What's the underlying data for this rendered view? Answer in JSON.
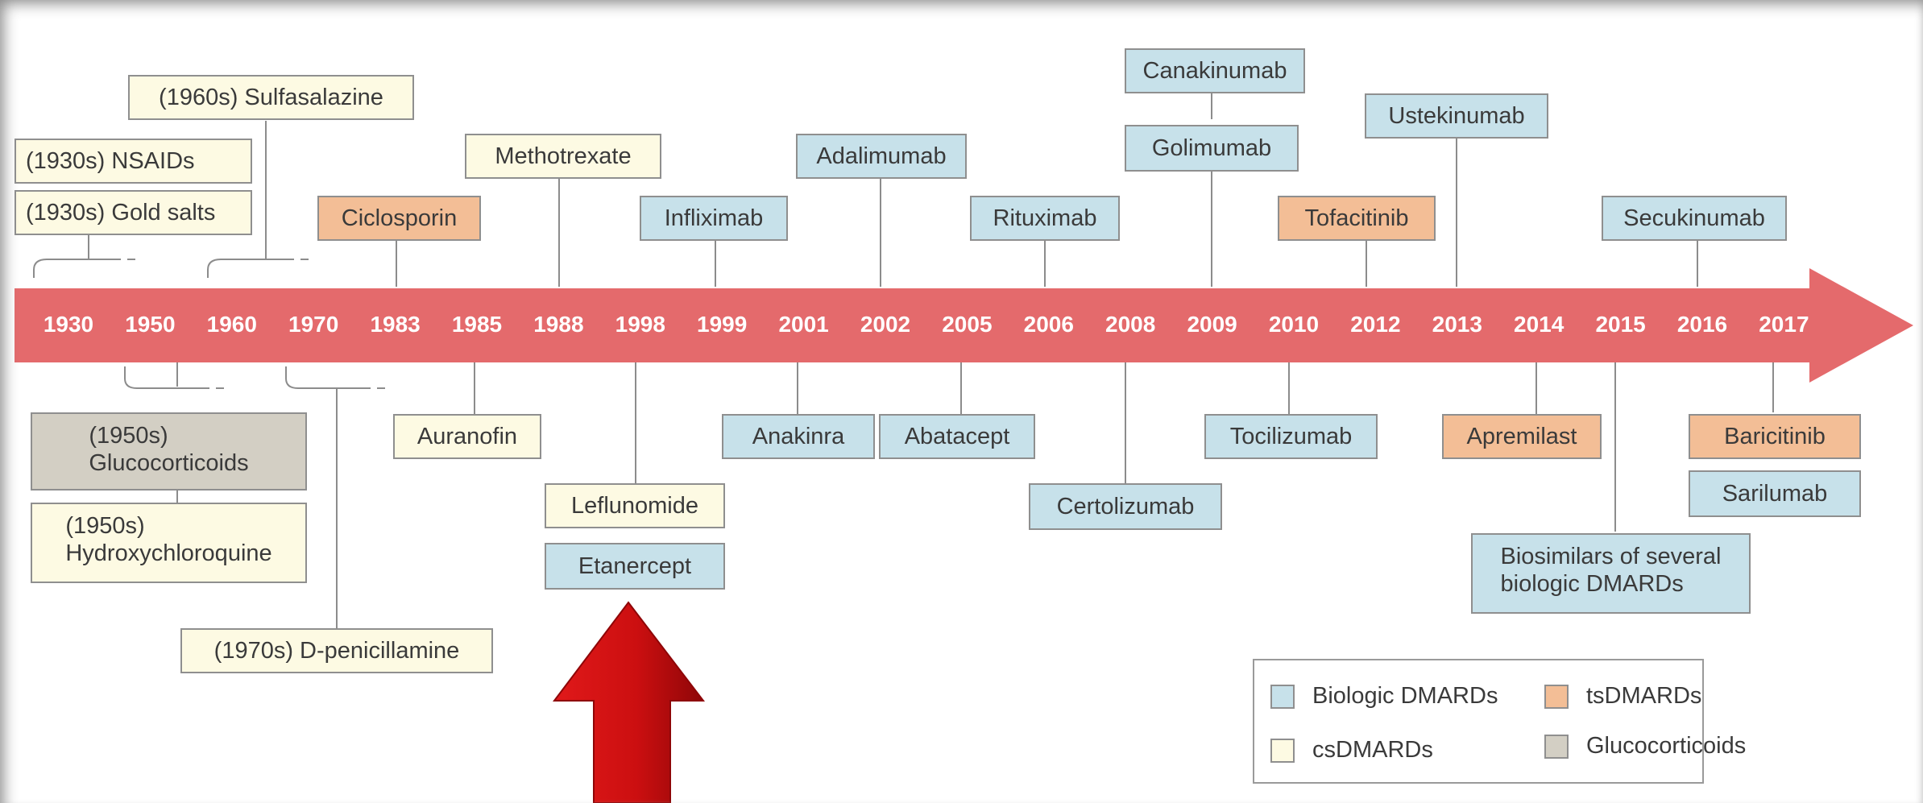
{
  "years": [
    "1930",
    "1950",
    "1960",
    "1970",
    "1983",
    "1985",
    "1988",
    "1998",
    "1999",
    "2001",
    "2002",
    "2005",
    "2006",
    "2008",
    "2009",
    "2010",
    "2012",
    "2013",
    "2014",
    "2015",
    "2016",
    "2017"
  ],
  "colors": {
    "arrow": "#e46a6c",
    "csDMARDs": "#fdfae3",
    "biologic": "#c7e1ea",
    "tsDMARDs": "#f3be96",
    "glucocorticoids": "#d3cfc4",
    "pointer": "#cc0f10"
  },
  "drugs": {
    "sulfasalazine": "(1960s) Sulfasalazine",
    "nsaids": "(1930s) NSAIDs",
    "gold_salts": "(1930s) Gold salts",
    "ciclosporin": "Ciclosporin",
    "methotrexate": "Methotrexate",
    "infliximab": "Infliximab",
    "adalimumab": "Adalimumab",
    "rituximab": "Rituximab",
    "canakinumab": "Canakinumab",
    "golimumab": "Golimumab",
    "tofacitinib": "Tofacitinib",
    "ustekinumab": "Ustekinumab",
    "secukinumab": "Secukinumab",
    "glucocorticoids_1": "(1950s)",
    "glucocorticoids_2": "Glucocorticoids",
    "hydroxychloroquine_1": "(1950s)",
    "hydroxychloroquine_2": "Hydroxychloroquine",
    "d_penicillamine": "(1970s) D-penicillamine",
    "auranofin": "Auranofin",
    "leflunomide": "Leflunomide",
    "etanercept": "Etanercept",
    "anakinra": "Anakinra",
    "abatacept": "Abatacept",
    "certolizumab": "Certolizumab",
    "tocilizumab": "Tocilizumab",
    "apremilast": "Apremilast",
    "biosimilars_1": "Biosimilars of several",
    "biosimilars_2": "biologic DMARDs",
    "baricitinib": "Baricitinib",
    "sarilumab": "Sarilumab"
  },
  "legend": {
    "biologic": "Biologic DMARDs",
    "ts": "tsDMARDs",
    "cs": "csDMARDs",
    "gc": "Glucocorticoids"
  }
}
